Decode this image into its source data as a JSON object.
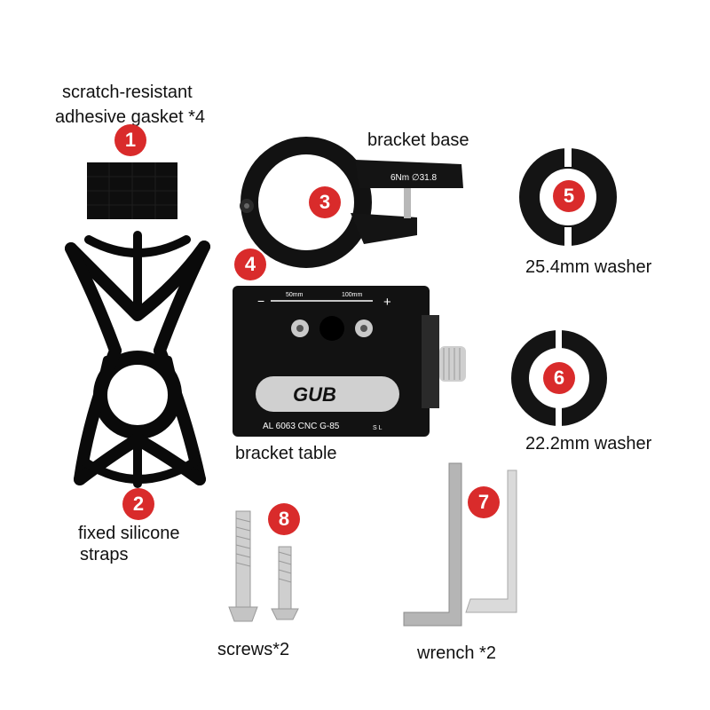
{
  "labels": {
    "gasket_line1": "scratch-resistant",
    "gasket_line2": "adhesive gasket *4",
    "bracket_base": "bracket base",
    "washer_254": "25.4mm washer",
    "bracket_table": "bracket table",
    "washer_222": "22.2mm washer",
    "straps_line1": "fixed silicone",
    "straps_line2": "straps",
    "screws": "screws*2",
    "wrench": "wrench *2"
  },
  "badges": [
    "1",
    "2",
    "3",
    "4",
    "5",
    "6",
    "7",
    "8"
  ],
  "engravings": {
    "clamp": "6Nm ∅31.8",
    "scale_left": "50mm",
    "scale_right": "100mm",
    "minus": "−",
    "plus": "+",
    "brand": "GUB",
    "model": "AL 6063 CNC G-85",
    "model_suffix": "S L"
  },
  "colors": {
    "badge_red": "#d92b2b",
    "metal_black": "#111111",
    "silver": "#c8c8c8"
  }
}
